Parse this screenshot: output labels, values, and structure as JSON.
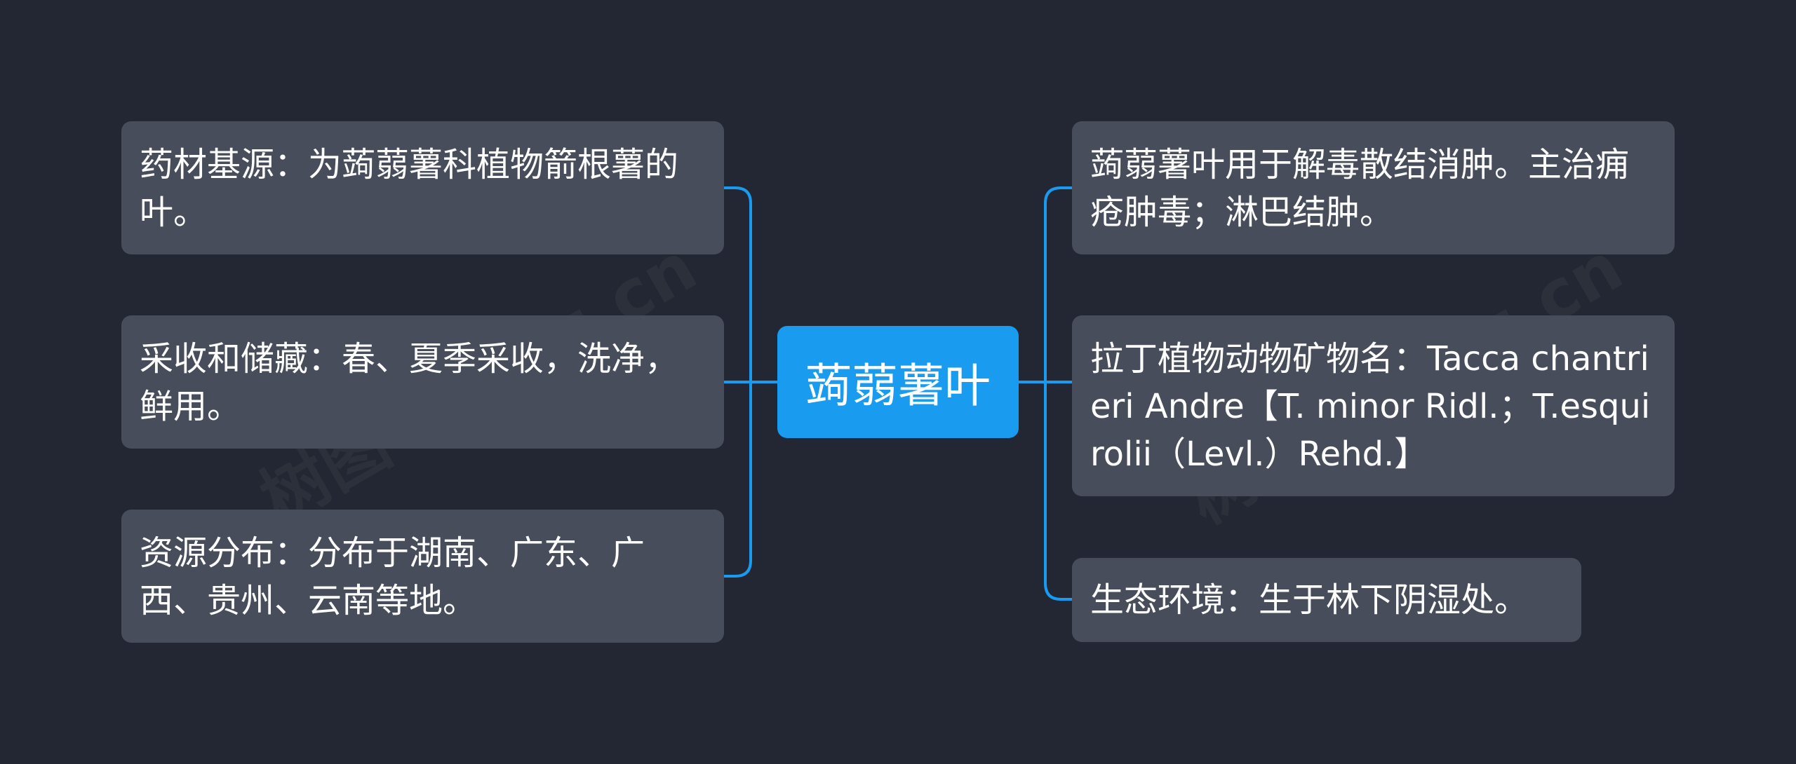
{
  "center": {
    "label": "蒟蒻薯叶"
  },
  "left_nodes": [
    {
      "text": "药材基源：为蒟蒻薯科植物箭根薯的叶。"
    },
    {
      "text": "采收和储藏：春、夏季采收，洗净，鲜用。"
    },
    {
      "text": "资源分布：分布于湖南、广东、广西、贵州、云南等地。"
    }
  ],
  "right_nodes": [
    {
      "text": "蒟蒻薯叶用于解毒散结消肿。主治痈疮肿毒；淋巴结肿。"
    },
    {
      "text": "拉丁植物动物矿物名：Tacca chantrieri Andre【T. minor Ridl.；T.esquirolii（Levl.）Rehd.】"
    },
    {
      "text": "生态环境：生于林下阴湿处。"
    }
  ],
  "watermark": {
    "text": "树图 shutu.cn"
  },
  "colors": {
    "background": "#222733",
    "node": "#484d5c",
    "center": "#199bf0",
    "connector": "#199bf0",
    "text": "#ffffff"
  }
}
